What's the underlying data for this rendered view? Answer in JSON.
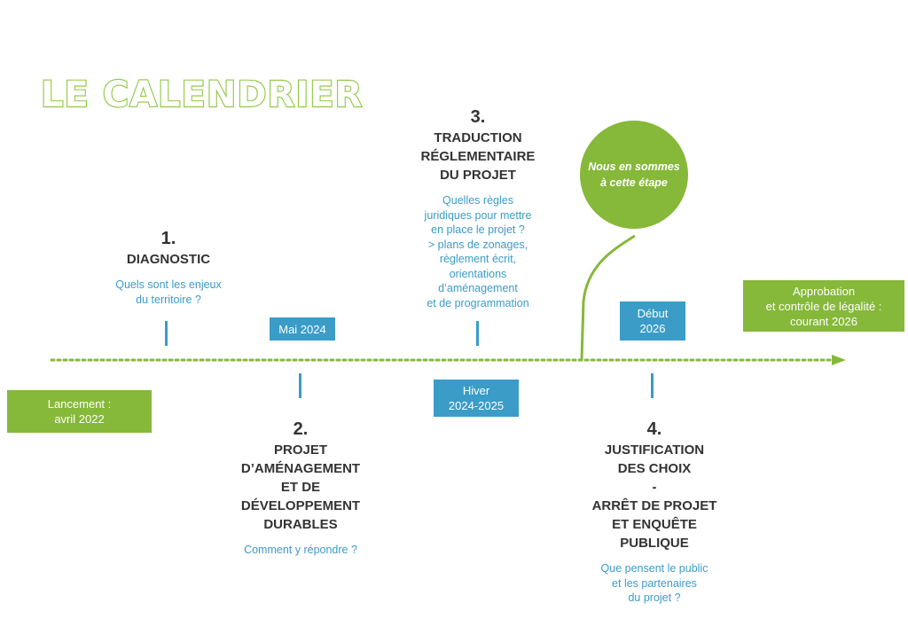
{
  "title": "LE CALENDRIER",
  "steps": [
    {
      "number": "1.",
      "heading": [
        "DIAGNOSTIC"
      ],
      "description": [
        "Quels sont les enjeux",
        "du territoire ?"
      ]
    },
    {
      "number": "2.",
      "heading": [
        "PROJET",
        "D’AMÉNAGEMENT",
        "ET DE",
        "DÉVELOPPEMENT",
        "DURABLES"
      ],
      "description": [
        "Comment y répondre ?"
      ]
    },
    {
      "number": "3.",
      "heading": [
        "TRADUCTION",
        "RÉGLEMENTAIRE",
        "DU PROJET"
      ],
      "description": [
        "Quelles règles",
        "juridiques pour mettre",
        "en place le projet ?",
        "> plans de zonages,",
        "règlement écrit,",
        "orientations",
        "d’aménagement",
        "et de programmation"
      ]
    },
    {
      "number": "4.",
      "heading": [
        "JUSTIFICATION",
        "DES CHOIX",
        "-",
        "ARRÊT DE PROJET",
        "ET ENQUÊTE",
        "PUBLIQUE"
      ],
      "description": [
        "Que pensent le public",
        "et les partenaires",
        "du projet  ?"
      ]
    }
  ],
  "milestones": {
    "start": [
      "Lancement :",
      "avril 2022"
    ],
    "mai": [
      "Mai 2024"
    ],
    "hiver": [
      "Hiver",
      "2024-2025"
    ],
    "debut": [
      "Début",
      "2026"
    ],
    "end": [
      "Approbation",
      "et contrôle de légalité :",
      "courant 2026"
    ]
  },
  "current": [
    "Nous en sommes",
    "à cette étape"
  ],
  "colors": {
    "green": "#86b83a",
    "blue": "#3b9cc7",
    "dark": "#333333"
  }
}
